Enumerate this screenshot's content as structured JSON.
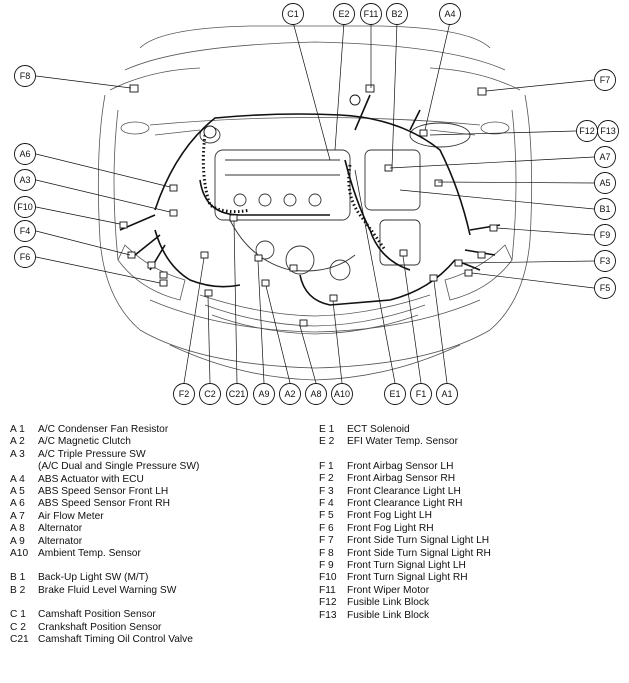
{
  "diagram": {
    "labels": [
      {
        "id": "C1"
      },
      {
        "id": "E2"
      },
      {
        "id": "F11"
      },
      {
        "id": "B2"
      },
      {
        "id": "A4"
      },
      {
        "id": "F8"
      },
      {
        "id": "F7"
      },
      {
        "id": "F12"
      },
      {
        "id": "F13"
      },
      {
        "id": "A6"
      },
      {
        "id": "A7"
      },
      {
        "id": "A3"
      },
      {
        "id": "A5"
      },
      {
        "id": "F10"
      },
      {
        "id": "B1"
      },
      {
        "id": "F4"
      },
      {
        "id": "F9"
      },
      {
        "id": "F6"
      },
      {
        "id": "F3"
      },
      {
        "id": "F5"
      },
      {
        "id": "F2"
      },
      {
        "id": "C2"
      },
      {
        "id": "C21"
      },
      {
        "id": "A9"
      },
      {
        "id": "A2"
      },
      {
        "id": "A8"
      },
      {
        "id": "A10"
      },
      {
        "id": "E1"
      },
      {
        "id": "F1"
      },
      {
        "id": "A1"
      }
    ]
  },
  "legend_left": [
    {
      "code": "A  1",
      "text": "A/C Condenser Fan Resistor"
    },
    {
      "code": "A  2",
      "text": "A/C Magnetic Clutch"
    },
    {
      "code": "A  3",
      "text": "A/C Triple Pressure SW"
    },
    {
      "code": "",
      "text": "(A/C Dual and Single Pressure SW)"
    },
    {
      "code": "A  4",
      "text": "ABS Actuator with ECU"
    },
    {
      "code": "A  5",
      "text": "ABS Speed Sensor Front LH"
    },
    {
      "code": "A  6",
      "text": "ABS Speed Sensor Front RH"
    },
    {
      "code": "A  7",
      "text": "Air Flow Meter"
    },
    {
      "code": "A  8",
      "text": "Alternator"
    },
    {
      "code": "A  9",
      "text": "Alternator"
    },
    {
      "code": "A10",
      "text": "Ambient Temp. Sensor"
    },
    {
      "gap": true
    },
    {
      "code": "B  1",
      "text": "Back-Up Light SW (M/T)"
    },
    {
      "code": "B  2",
      "text": "Brake Fluid Level Warning SW"
    },
    {
      "gap": true
    },
    {
      "code": "C  1",
      "text": "Camshaft Position Sensor"
    },
    {
      "code": "C  2",
      "text": "Crankshaft Position Sensor"
    },
    {
      "code": "C21",
      "text": "Camshaft Timing Oil Control Valve"
    }
  ],
  "legend_right": [
    {
      "code": "E  1",
      "text": "ECT Solenoid"
    },
    {
      "code": "E  2",
      "text": "EFI Water Temp. Sensor"
    },
    {
      "gap": true
    },
    {
      "code": "F  1",
      "text": "Front Airbag Sensor LH"
    },
    {
      "code": "F  2",
      "text": "Front Airbag Sensor RH"
    },
    {
      "code": "F  3",
      "text": "Front Clearance Light LH"
    },
    {
      "code": "F  4",
      "text": "Front Clearance Light RH"
    },
    {
      "code": "F  5",
      "text": "Front Fog Light LH"
    },
    {
      "code": "F  6",
      "text": "Front Fog Light RH"
    },
    {
      "code": "F  7",
      "text": "Front Side Turn Signal Light LH"
    },
    {
      "code": "F  8",
      "text": "Front Side Turn Signal Light RH"
    },
    {
      "code": "F  9",
      "text": "Front Turn Signal Light LH"
    },
    {
      "code": "F10",
      "text": "Front Turn Signal Light RH"
    },
    {
      "code": "F11",
      "text": "Front Wiper Motor"
    },
    {
      "code": "F12",
      "text": "Fusible Link Block"
    },
    {
      "code": "F13",
      "text": "Fusible Link Block"
    }
  ]
}
